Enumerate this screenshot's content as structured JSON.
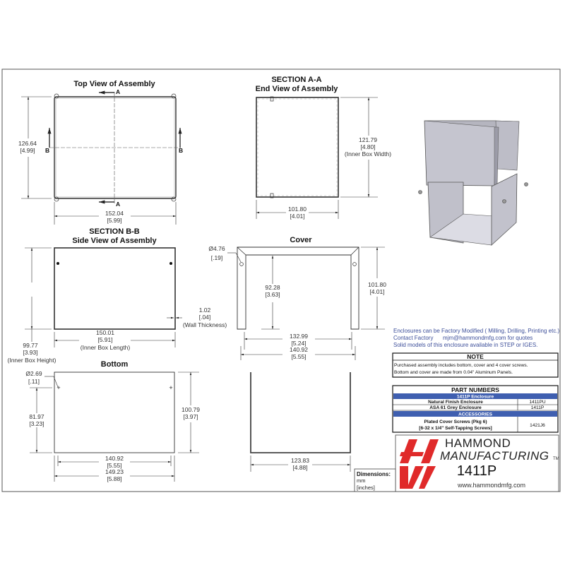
{
  "views": {
    "top_view": {
      "title": "Top View of Assembly",
      "section_label_a": "A",
      "section_label_b": "B",
      "height_mm": "126.64",
      "height_in": "[4.99]",
      "width_mm": "152.04",
      "width_in": "[5.99]"
    },
    "section_a": {
      "title_line1": "SECTION A-A",
      "title_line2": "End View of Assembly",
      "height_mm": "121.79",
      "height_in": "[4.80]",
      "height_note": "(Inner Box Width)",
      "width_mm": "101.80",
      "width_in": "[4.01]"
    },
    "section_b": {
      "title_line1": "SECTION B-B",
      "title_line2": "Side View of Assembly",
      "height_mm": "99.77",
      "height_in": "[3.93]",
      "height_note": "(Inner Box Height)",
      "length_mm": "150.01",
      "length_in": "[5.91]",
      "length_note": "(Inner Box Length)",
      "wall_mm": "1.02",
      "wall_in": "[.04]",
      "wall_note": "(Wall Thickness)"
    },
    "cover": {
      "title": "Cover",
      "hole_dia_mm": "Ø4.76",
      "hole_dia_in": "[.19]",
      "inner_height_mm": "92.28",
      "inner_height_in": "[3.63]",
      "height_mm": "101.80",
      "height_in": "[4.01]",
      "inner_width_mm": "132.99",
      "inner_width_in": "[5.24]",
      "width_mm": "140.92",
      "width_in": "[5.55]"
    },
    "bottom": {
      "title": "Bottom",
      "hole_dia_mm": "Ø2.69",
      "hole_dia_in": "[.11]",
      "hole_height_mm": "81.97",
      "hole_height_in": "[3.23]",
      "height_mm": "100.79",
      "height_in": "[3.97]",
      "hole_spacing_mm": "140.92",
      "hole_spacing_in": "[5.55]",
      "width_mm": "149.23",
      "width_in": "[5.88]"
    },
    "bottom_end": {
      "width_mm": "123.83",
      "width_in": "[4.88]"
    }
  },
  "info": {
    "line1": "Enclosures can be Factory Modified ( Milling, Drilling, Printing etc.)",
    "line2_label": "Contact Factory",
    "line2_email": "mjm@hammondmfg.com for quotes",
    "line3": "Solid models of this enclosure available in STEP or IGES."
  },
  "note": {
    "header": "NOTE",
    "line1": "Purchased assembly includes bottom, cover and 4 cover screws.",
    "line2": "Bottom and cover are made from 0.04\" Aluminum Panels."
  },
  "part_numbers": {
    "header": "PART NUMBERS",
    "group1": "1411P Enclosure",
    "rows1": [
      {
        "desc": "Natural Finish Enclosure",
        "pn": "1411PU"
      },
      {
        "desc": "ASA 61 Grey Enclosure",
        "pn": "1411P"
      }
    ],
    "group2": "ACCESSORIES",
    "rows2": [
      {
        "desc_line1": "Plated Cover Screws (Pkg 6)",
        "desc_line2": "[6-32 x 1/4\" Self-Tapping Screws]",
        "pn": "1421J6"
      }
    ]
  },
  "units": {
    "header": "Dimensions:",
    "primary": "mm",
    "secondary": "[inches]"
  },
  "title_block": {
    "brand_line1": "HAMMOND",
    "brand_line2": "MANUFACTURING",
    "trademark": "TM",
    "model": "1411P",
    "url": "www.hammondmfg.com",
    "logo_icon": "hammond-h-logo-icon"
  },
  "colors": {
    "band_blue": "#3f5fb0",
    "info_blue": "#3d4f9a",
    "logo_red": "#e02a2a",
    "line": "#333333",
    "panel_grey": "#c9c9d1"
  }
}
